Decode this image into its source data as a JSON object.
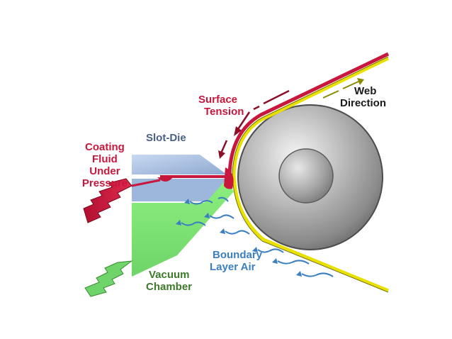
{
  "diagram": {
    "labels": {
      "surface_tension": [
        "Surface",
        "Tension"
      ],
      "web_direction": [
        "Web",
        "Direction"
      ],
      "slot_die": "Slot-Die",
      "coating_fluid": [
        "Coating",
        "Fluid",
        "Under",
        "Pressure"
      ],
      "boundary_layer_air": [
        "Boundary",
        "Layer Air"
      ],
      "vacuum_chamber": [
        "Vacuum",
        "Chamber"
      ]
    },
    "colors": {
      "coating_red": "#c8173c",
      "web_yellow": "#e8e000",
      "air_blue": "#3b7fc0",
      "vacuum_green": "#7fe07a",
      "die_blue": "#a9c2e6",
      "roller_steel": "#9a9a9a"
    }
  }
}
